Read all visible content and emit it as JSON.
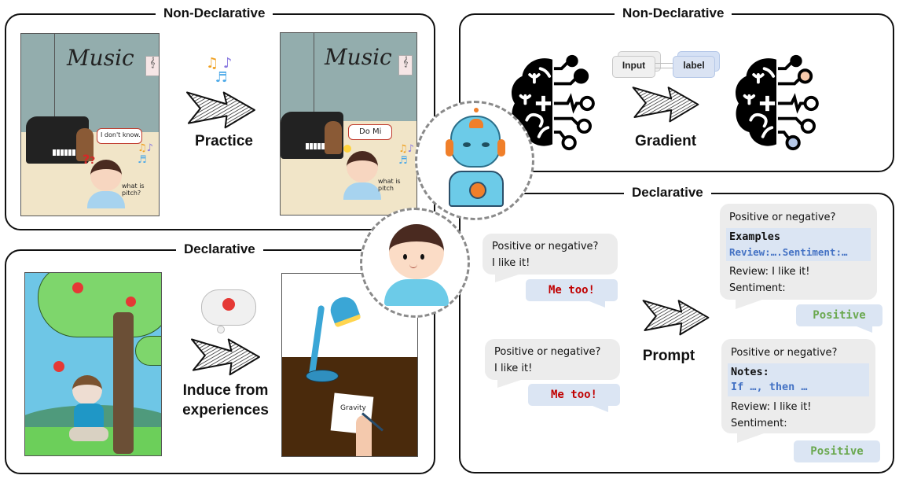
{
  "panels": {
    "top_left": {
      "title": "Non-Declarative",
      "step_label": "Practice",
      "before_scene": {
        "wall_text": "Music",
        "speech": "I don't know.",
        "caption": "what is pitch?"
      },
      "after_scene": {
        "wall_text": "Music",
        "speech": "Do Mi",
        "caption": "what is pitch"
      }
    },
    "bottom_left": {
      "title": "Declarative",
      "step_label_line1": "Induce from",
      "step_label_line2": "experiences",
      "after_scene": {
        "note_text": "Gravity"
      }
    },
    "top_right": {
      "title": "Non-Declarative",
      "step_label": "Gradient",
      "chip_input": "Input",
      "chip_label": "label"
    },
    "bottom_right": {
      "title": "Declarative",
      "step_label": "Prompt",
      "left_dialogs": [
        {
          "question": "Positive or negative?",
          "text": "I like it!",
          "reply": "Me too!"
        },
        {
          "question": "Positive or negative?",
          "text": "I like it!",
          "reply": "Me too!"
        }
      ],
      "right_dialogs": [
        {
          "question": "Positive or negative?",
          "block_title": "Examples",
          "block_content": "Review:….Sentiment:…",
          "review": "Review: I like it!",
          "sentiment": "Sentiment:",
          "reply": "Positive"
        },
        {
          "question": "Positive or negative?",
          "block_title": "Notes:",
          "block_content": "If …, then …",
          "review": "Review: I like it!",
          "sentiment": "Sentiment:",
          "reply": "Positive"
        }
      ]
    }
  },
  "colors": {
    "reply_bg": "#dbe5f3",
    "reply_red": "#c00000",
    "reply_green": "#6aa84f",
    "highlight_blue": "#4472c4",
    "bubble_gray": "#ececec",
    "brain_dot_peach": "#f8cbad",
    "brain_dot_blue": "#b4c7e7"
  }
}
